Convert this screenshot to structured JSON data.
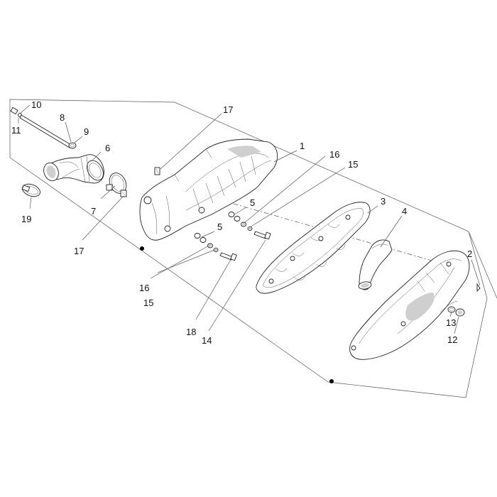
{
  "callouts": {
    "c1": "1",
    "c2": "2",
    "c3": "3",
    "c4": "4",
    "c5a": "5",
    "c5b": "5",
    "c6": "6",
    "c7": "7",
    "c8": "8",
    "c9": "9",
    "c10": "10",
    "c11": "11",
    "c12": "12",
    "c13": "13",
    "c14": "14",
    "c15a": "15",
    "c15b": "15",
    "c16a": "16",
    "c16b": "16",
    "c17a": "17",
    "c17b": "17",
    "c18": "18",
    "c19": "19"
  }
}
